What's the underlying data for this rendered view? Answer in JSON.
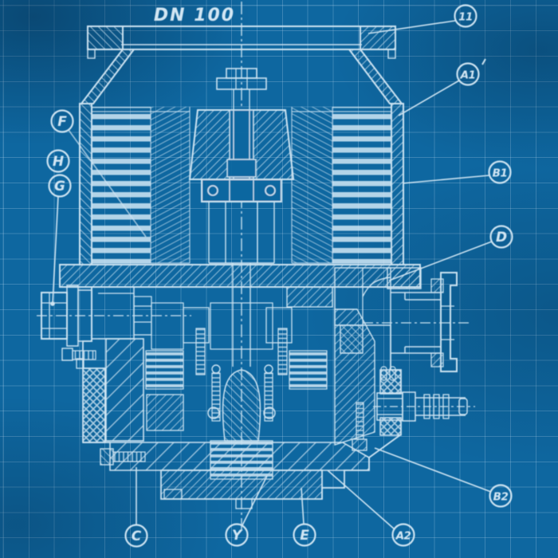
{
  "flange": {
    "label": "DN 100"
  },
  "callouts": {
    "c11": {
      "label": "11"
    },
    "a1": {
      "label": "A1"
    },
    "b1": {
      "label": "B1"
    },
    "d": {
      "label": "D"
    },
    "b2": {
      "label": "B2"
    },
    "a2": {
      "label": "A2"
    },
    "e": {
      "label": "E"
    },
    "y": {
      "label": "Y"
    },
    "c": {
      "label": "C"
    },
    "g": {
      "label": "G"
    },
    "h": {
      "label": "H"
    },
    "f": {
      "label": "F"
    }
  },
  "colors": {
    "background": "#0e67a0",
    "grid": "#9cc4dd",
    "line": "#d7eaf6"
  }
}
